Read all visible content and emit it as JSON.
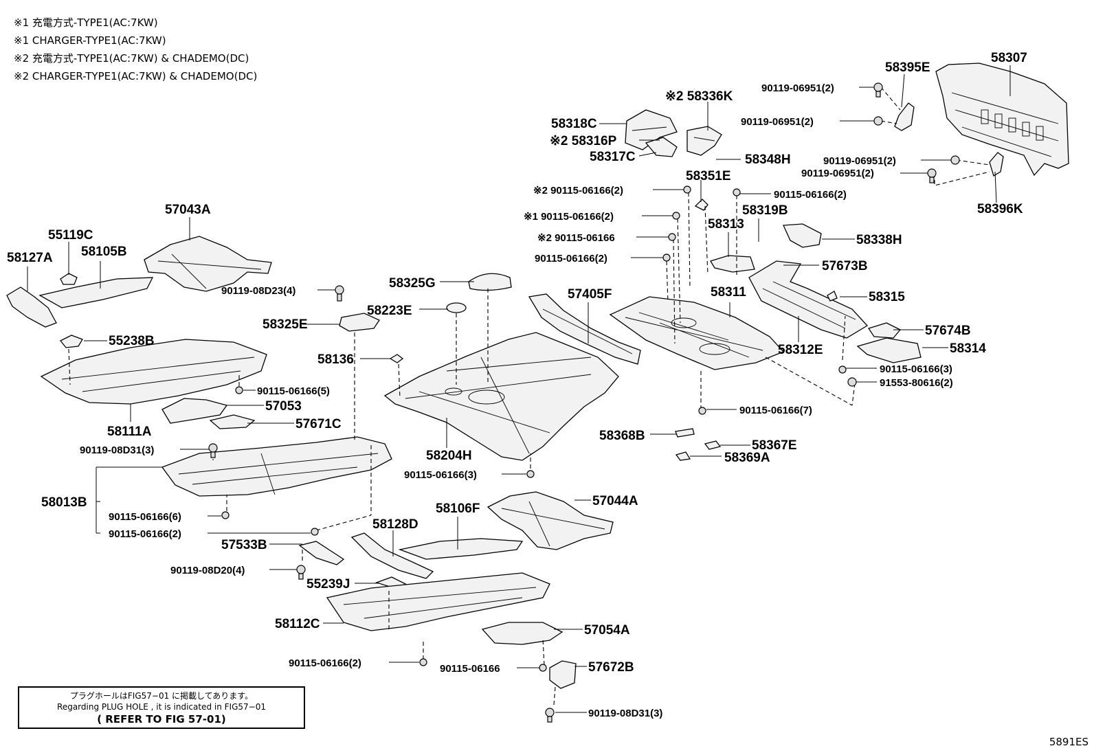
{
  "notes": [
    "※1 充電方式-TYPE1(AC:7KW)",
    "※1 CHARGER-TYPE1(AC:7KW)",
    "※2 充電方式-TYPE1(AC:7KW) & CHADEMO(DC)",
    "※2 CHARGER-TYPE1(AC:7KW) & CHADEMO(DC)"
  ],
  "reference_box": {
    "line_jp": "プラグホールはFIG57−01 に掲載してあります。",
    "line_en": "Regarding PLUG HOLE , it is indicated in FIG57−01",
    "line_ref": "( REFER TO FIG 57-01)"
  },
  "figure_code": "5891ES",
  "labels": {
    "p58307": "58307",
    "p58395E": "58395E",
    "p90119_06951_a": "90119-06951(2)",
    "p90119_06951_b": "90119-06951(2)",
    "p90119_06951_c": "90119-06951(2)",
    "p90119_06951_d": "90119-06951(2)",
    "p58396K": "58396K",
    "p58336K": "※2 58336K",
    "p58318C": "58318C",
    "p58316P": "※2 58316P",
    "p58317C": "58317C",
    "p58348H": "58348H",
    "p58351E": "58351E",
    "p90115_06166_x2": "※2 90115-06166(2)",
    "p90115_06166_r": "90115-06166(2)",
    "p90115_06166_x1": "※1 90115-06166(2)",
    "p90115_06166_x2b": "※2 90115-06166",
    "p90115_06166_l": "90115-06166(2)",
    "p58319B": "58319B",
    "p58313": "58313",
    "p58338H": "58338H",
    "p57673B": "57673B",
    "p58311": "58311",
    "p58315": "58315",
    "p57674B": "57674B",
    "p58312E": "58312E",
    "p58314": "58314",
    "p90115_06166_3r": "90115-06166(3)",
    "p91553_80616": "91553-80616(2)",
    "p90115_06166_7": "90115-06166(7)",
    "p58368B": "58368B",
    "p58367E": "58367E",
    "p58369A": "58369A",
    "p57043A": "57043A",
    "p55119C": "55119C",
    "p58127A": "58127A",
    "p58105B": "58105B",
    "p90119_08D23": "90119-08D23(4)",
    "p58325G": "58325G",
    "p58223E": "58223E",
    "p58325E": "58325E",
    "p57405F": "57405F",
    "p55238B": "55238B",
    "p58136": "58136",
    "p90115_06166_5": "90115-06166(5)",
    "p57053": "57053",
    "p58111A": "58111A",
    "p57671C": "57671C",
    "p90119_08D31a": "90119-08D31(3)",
    "p58204H": "58204H",
    "p90115_06166_3c": "90115-06166(3)",
    "p58013B": "58013B",
    "p90115_06166_6": "90115-06166(6)",
    "p90115_06166_2b": "90115-06166(2)",
    "p58106F": "58106F",
    "p57044A": "57044A",
    "p57533B": "57533B",
    "p58128D": "58128D",
    "p90119_08D20": "90119-08D20(4)",
    "p55239J": "55239J",
    "p58112C": "58112C",
    "p57054A": "57054A",
    "p90115_06166_2c": "90115-06166(2)",
    "p90115_06166_s": "90115-06166",
    "p57672B": "57672B",
    "p90119_08D31b": "90119-08D31(3)"
  }
}
